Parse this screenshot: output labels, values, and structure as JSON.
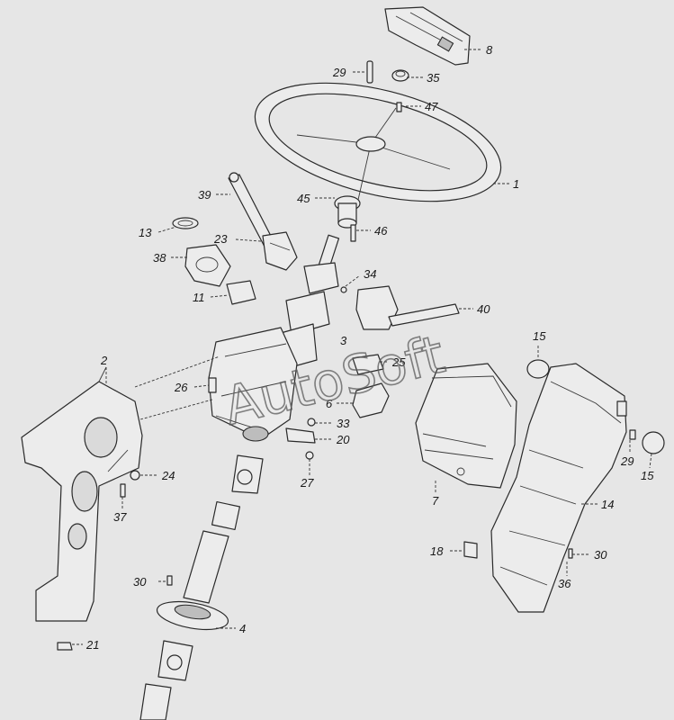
{
  "watermark": "AutoSoft",
  "callouts": [
    {
      "id": "c8",
      "label": "8"
    },
    {
      "id": "c29a",
      "label": "29"
    },
    {
      "id": "c35",
      "label": "35"
    },
    {
      "id": "c47",
      "label": "47"
    },
    {
      "id": "c1",
      "label": "1"
    },
    {
      "id": "c39",
      "label": "39"
    },
    {
      "id": "c45",
      "label": "45"
    },
    {
      "id": "c13",
      "label": "13"
    },
    {
      "id": "c23",
      "label": "23"
    },
    {
      "id": "c46",
      "label": "46"
    },
    {
      "id": "c38",
      "label": "38"
    },
    {
      "id": "c34",
      "label": "34"
    },
    {
      "id": "c11",
      "label": "11"
    },
    {
      "id": "c40",
      "label": "40"
    },
    {
      "id": "c15a",
      "label": "15"
    },
    {
      "id": "c3",
      "label": "3"
    },
    {
      "id": "c25",
      "label": "25"
    },
    {
      "id": "c2",
      "label": "2"
    },
    {
      "id": "c26",
      "label": "26"
    },
    {
      "id": "c6",
      "label": "6"
    },
    {
      "id": "c33",
      "label": "33"
    },
    {
      "id": "c20",
      "label": "20"
    },
    {
      "id": "c29b",
      "label": "29"
    },
    {
      "id": "c15b",
      "label": "15"
    },
    {
      "id": "c24",
      "label": "24"
    },
    {
      "id": "c27",
      "label": "27"
    },
    {
      "id": "c7",
      "label": "7"
    },
    {
      "id": "c14",
      "label": "14"
    },
    {
      "id": "c37",
      "label": "37"
    },
    {
      "id": "c18",
      "label": "18"
    },
    {
      "id": "c30a",
      "label": "30"
    },
    {
      "id": "c30b",
      "label": "30"
    },
    {
      "id": "c36",
      "label": "36"
    },
    {
      "id": "c4",
      "label": "4"
    },
    {
      "id": "c21",
      "label": "21"
    }
  ]
}
